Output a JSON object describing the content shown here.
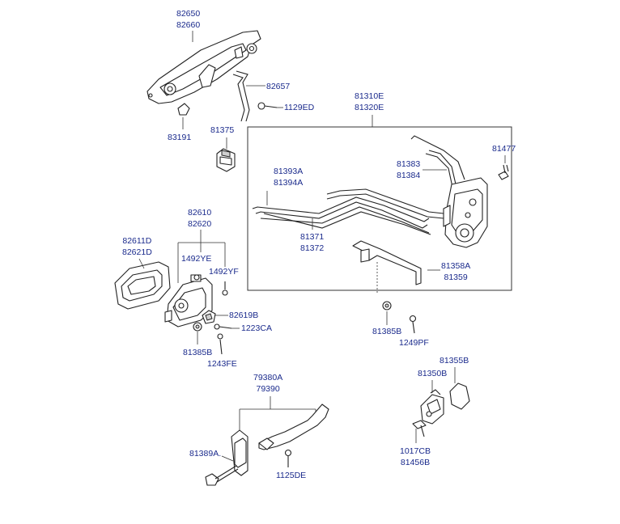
{
  "labels": {
    "p82650": "82650",
    "p82660": "82660",
    "p82657": "82657",
    "p1129ED": "1129ED",
    "p83191": "83191",
    "p81375": "81375",
    "p81310E": "81310E",
    "p81320E": "81320E",
    "p81477": "81477",
    "p81383": "81383",
    "p81384": "81384",
    "p81393A": "81393A",
    "p81394A": "81394A",
    "p81371": "81371",
    "p81372": "81372",
    "p81358A": "81358A",
    "p81359": "81359",
    "p82610": "82610",
    "p82620": "82620",
    "p82611D": "82611D",
    "p82621D": "82621D",
    "p1492YE": "1492YE",
    "p1492YF": "1492YF",
    "p82619B": "82619B",
    "p1223CA": "1223CA",
    "p81385B_left": "81385B",
    "p1243FE": "1243FE",
    "p81385B_mid": "81385B",
    "p1249PF": "1249PF",
    "p81355B": "81355B",
    "p81350B": "81350B",
    "p1017CB": "1017CB",
    "p81456B": "81456B",
    "p79380A": "79380A",
    "p79390": "79390",
    "p81389A": "81389A.",
    "p1125DE": "1125DE"
  }
}
